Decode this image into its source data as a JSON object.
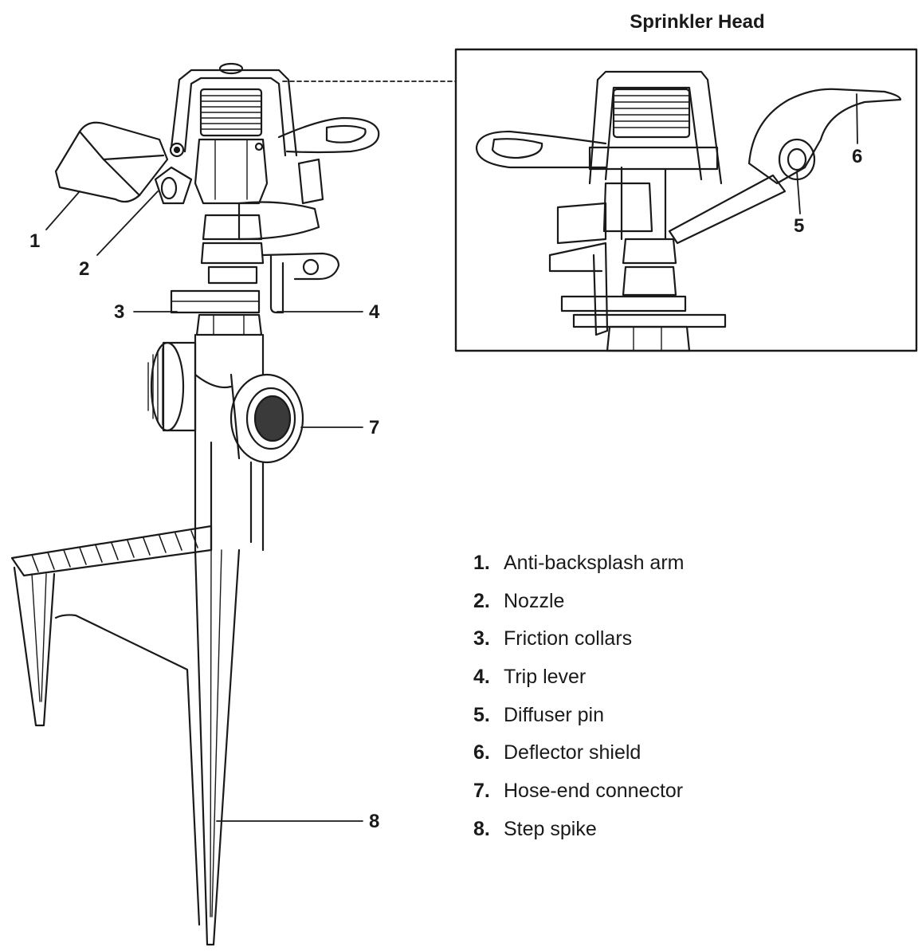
{
  "inset": {
    "title": "Sprinkler Head"
  },
  "callouts": [
    {
      "id": "c1",
      "text": "1"
    },
    {
      "id": "c2",
      "text": "2"
    },
    {
      "id": "c3",
      "text": "3"
    },
    {
      "id": "c4",
      "text": "4"
    },
    {
      "id": "c5",
      "text": "5"
    },
    {
      "id": "c6",
      "text": "6"
    },
    {
      "id": "c7",
      "text": "7"
    },
    {
      "id": "c8",
      "text": "8"
    }
  ],
  "legend": [
    {
      "num": "1.",
      "label": "Anti-backsplash arm"
    },
    {
      "num": "2.",
      "label": "Nozzle"
    },
    {
      "num": "3.",
      "label": "Friction collars"
    },
    {
      "num": "4.",
      "label": "Trip lever"
    },
    {
      "num": "5.",
      "label": "Diffuser pin"
    },
    {
      "num": "6.",
      "label": "Deflector shield"
    },
    {
      "num": "7.",
      "label": "Hose-end connector"
    },
    {
      "num": "8.",
      "label": "Step spike"
    }
  ],
  "colors": {
    "ink": "#1a1a1a",
    "background": "#ffffff",
    "shade": "#3a3a3a"
  }
}
